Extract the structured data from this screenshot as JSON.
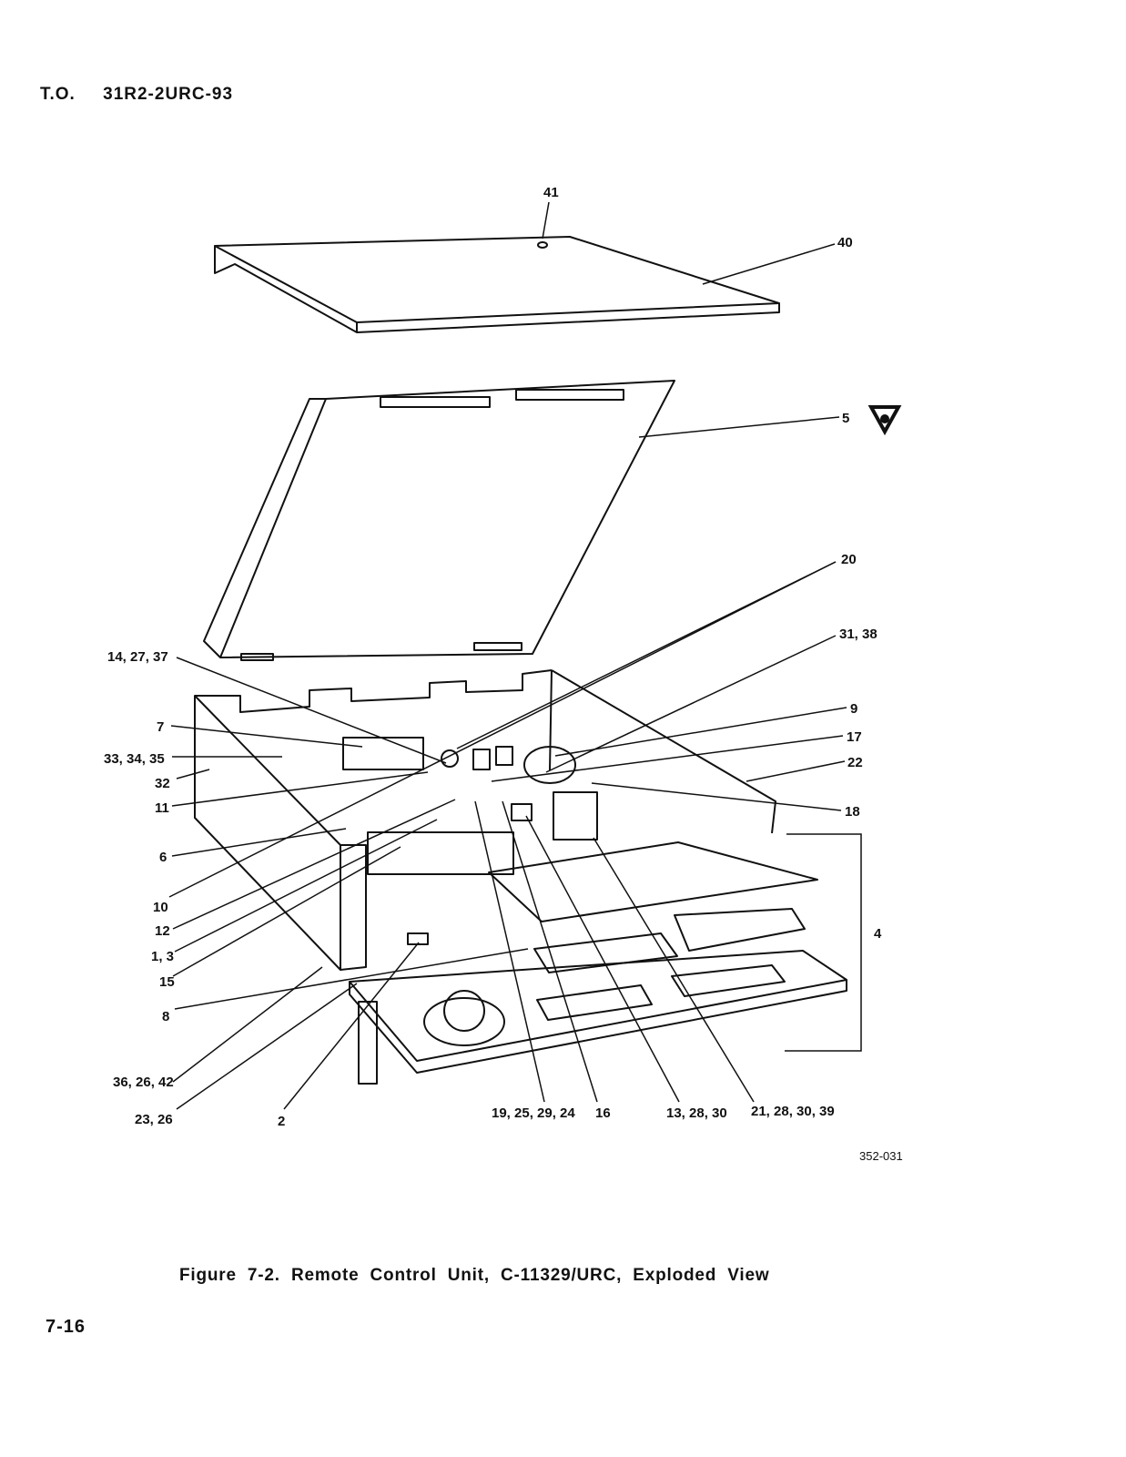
{
  "header": {
    "prefix": "T.O.",
    "number": "31R2-2URC-93"
  },
  "figure": {
    "caption": "Figure 7-2.  Remote Control Unit, C-11329/URC, Exploded View",
    "drawing_number": "352-031",
    "callouts": [
      "41",
      "40",
      "5",
      "20",
      "31, 38",
      "14, 27, 37",
      "9",
      "7",
      "17",
      "33, 34, 35",
      "22",
      "32",
      "11",
      "18",
      "6",
      "4",
      "10",
      "12",
      "1, 3",
      "15",
      "8",
      "36, 26, 42",
      "23, 26",
      "2",
      "19, 25, 29, 24",
      "16",
      "13, 28, 30",
      "21, 28, 30, 39"
    ]
  },
  "page_number": "7-16"
}
